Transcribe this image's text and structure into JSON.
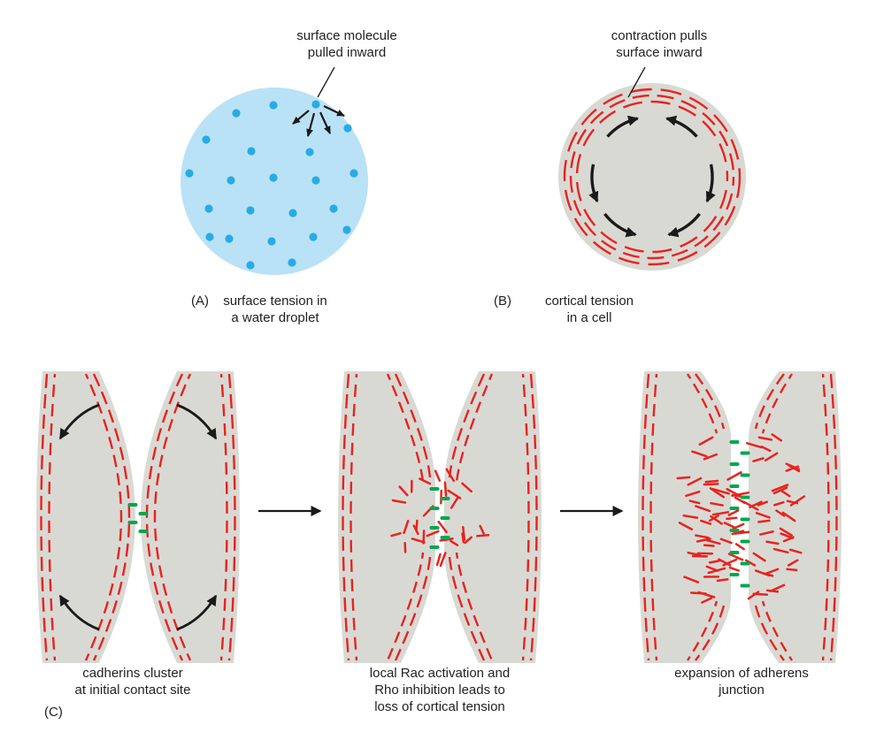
{
  "figure": {
    "panels": {
      "a": {
        "letter": "(A)",
        "annotation": "surface molecule\npulled inward",
        "caption": "surface tension in\na water droplet"
      },
      "b": {
        "letter": "(B)",
        "annotation": "contraction pulls\nsurface inward",
        "caption": "cortical tension\nin a cell"
      },
      "c": {
        "letter": "(C)",
        "stages": [
          {
            "caption": "cadherins cluster\nat initial contact site"
          },
          {
            "caption": "local Rac activation and\nRho inhibition leads to\nloss of cortical tension"
          },
          {
            "caption": "expansion of adherens\njunction"
          }
        ]
      }
    },
    "colors": {
      "bg": "#ffffff",
      "droplet": "#b9e2f7",
      "molecule": "#29abe2",
      "cell_gray": "#d9d9d4",
      "actin_red": "#e8231f",
      "cadherin_green": "#00a651",
      "arrow_black": "#1a1a1a",
      "text": "#231f20"
    }
  }
}
